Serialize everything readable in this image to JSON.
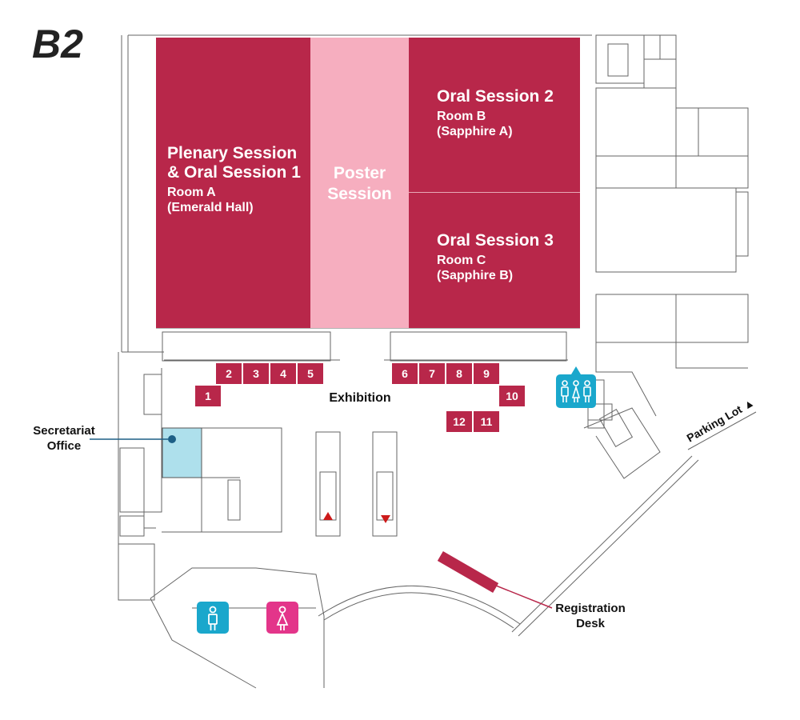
{
  "floor": "B2",
  "colors": {
    "room": "#b8274a",
    "poster": "#f6aebf",
    "secretariat": "#aee0ec",
    "amenity_male": "#1aa7cc",
    "amenity_female": "#e3358a",
    "lines": "#555555"
  },
  "rooms": {
    "room_a": {
      "title_1": "Plenary Session",
      "title_2": "& Oral Session 1",
      "sub_1": "Room A",
      "sub_2": "(Emerald Hall)"
    },
    "poster": {
      "title_1": "Poster",
      "title_2": "Session"
    },
    "room_b": {
      "title": "Oral Session 2",
      "sub_1": "Room B",
      "sub_2": "(Sapphire A)"
    },
    "room_c": {
      "title": "Oral Session 3",
      "sub_1": "Room C",
      "sub_2": "(Sapphire B)"
    }
  },
  "booths": [
    "1",
    "2",
    "3",
    "4",
    "5",
    "6",
    "7",
    "8",
    "9",
    "10",
    "11",
    "12"
  ],
  "labels": {
    "exhibition": "Exhibition",
    "secretariat_1": "Secretariat",
    "secretariat_2": "Office",
    "registration_1": "Registration",
    "registration_2": "Desk",
    "parking": "Parking Lot ▲"
  },
  "icons": {
    "elevator": "elevator-icon",
    "male_restroom": "male-restroom-icon",
    "female_restroom": "female-restroom-icon",
    "escalator_up": "escalator-up-icon",
    "escalator_down": "escalator-down-icon"
  }
}
